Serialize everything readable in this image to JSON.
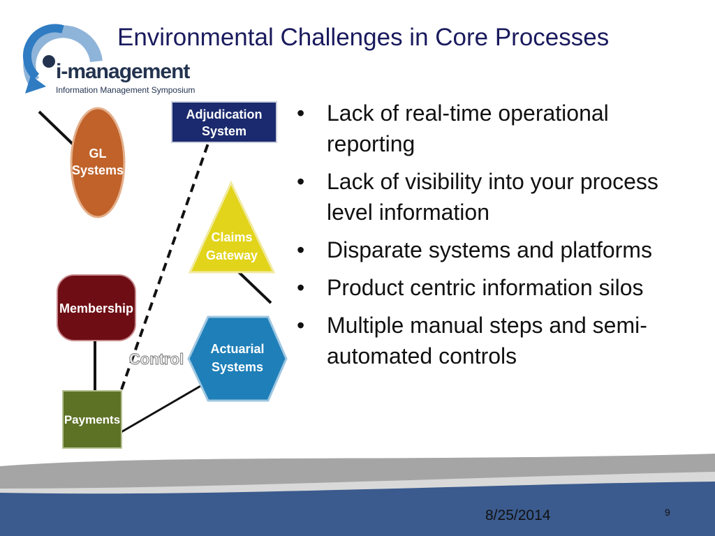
{
  "slide": {
    "title": "Environmental Challenges in Core Processes",
    "date": "8/25/2014",
    "page_number": "9"
  },
  "logo": {
    "brand": "i-management",
    "tagline": "Information Management Symposium"
  },
  "diagram": {
    "adjudication_line1": "Adjudication",
    "adjudication_line2": "System",
    "gl_line1": "GL",
    "gl_line2": "Systems",
    "claims_line1": "Claims",
    "claims_line2": "Gateway",
    "membership": "Membership",
    "control": "Control",
    "actuarial_line1": "Actuarial",
    "actuarial_line2": "Systems",
    "payments": "Payments"
  },
  "bullets": [
    "Lack of real-time operational reporting",
    "Lack of visibility into your process level information",
    "Disparate systems and platforms",
    "Product centric information silos",
    "Multiple manual steps and semi-automated controls"
  ],
  "colors": {
    "title": "#1a1a5e",
    "gl": "#c0622a",
    "adjudication": "#1b2a6e",
    "claims": "#e2d41a",
    "membership": "#6e0e14",
    "actuarial": "#1f7fb8",
    "payments": "#5e7226",
    "footer_band": "#3b5b8e",
    "footer_gray": "#a5a5a5"
  }
}
